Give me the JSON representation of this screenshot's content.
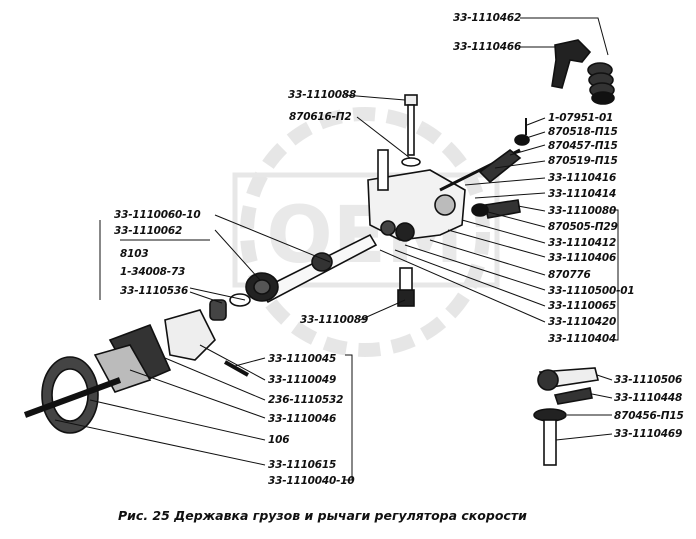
{
  "watermark": {
    "text": "ОЕМ",
    "color": "#c8c8c8"
  },
  "caption": "Рис. 25 Державка грузов и рычаги регулятора скорости",
  "labels": {
    "l01": "33-1110462",
    "l02": "33-1110466",
    "l03": "33-1110088",
    "l04": "870616-П2",
    "l05": "1-07951-01",
    "l06": "870518-П15",
    "l07": "870457-П15",
    "l08": "870519-П15",
    "l09": "33-1110416",
    "l10": "33-1110414",
    "l11": "33-1110080",
    "l12": "870505-П29",
    "l13": "33-1110412",
    "l14": "33-1110406",
    "l15": "870776",
    "l16": "33-1110500-01",
    "l17": "33-1110065",
    "l18": "33-1110420",
    "l19": "33-1110404",
    "l20": "33-1110060-10",
    "l21": "33-1110062",
    "l22": "8103",
    "l23": "1-34008-73",
    "l24": "33-1110536",
    "l25": "33-1110089",
    "l26": "33-1110045",
    "l27": "33-1110049",
    "l28": "236-1110532",
    "l29": "33-1110046",
    "l30": "106",
    "l31": "33-1110615",
    "l32": "33-1110040-10",
    "l33": "33-1110506",
    "l34": "33-1110448",
    "l35": "870456-П15",
    "l36": "33-1110469"
  }
}
